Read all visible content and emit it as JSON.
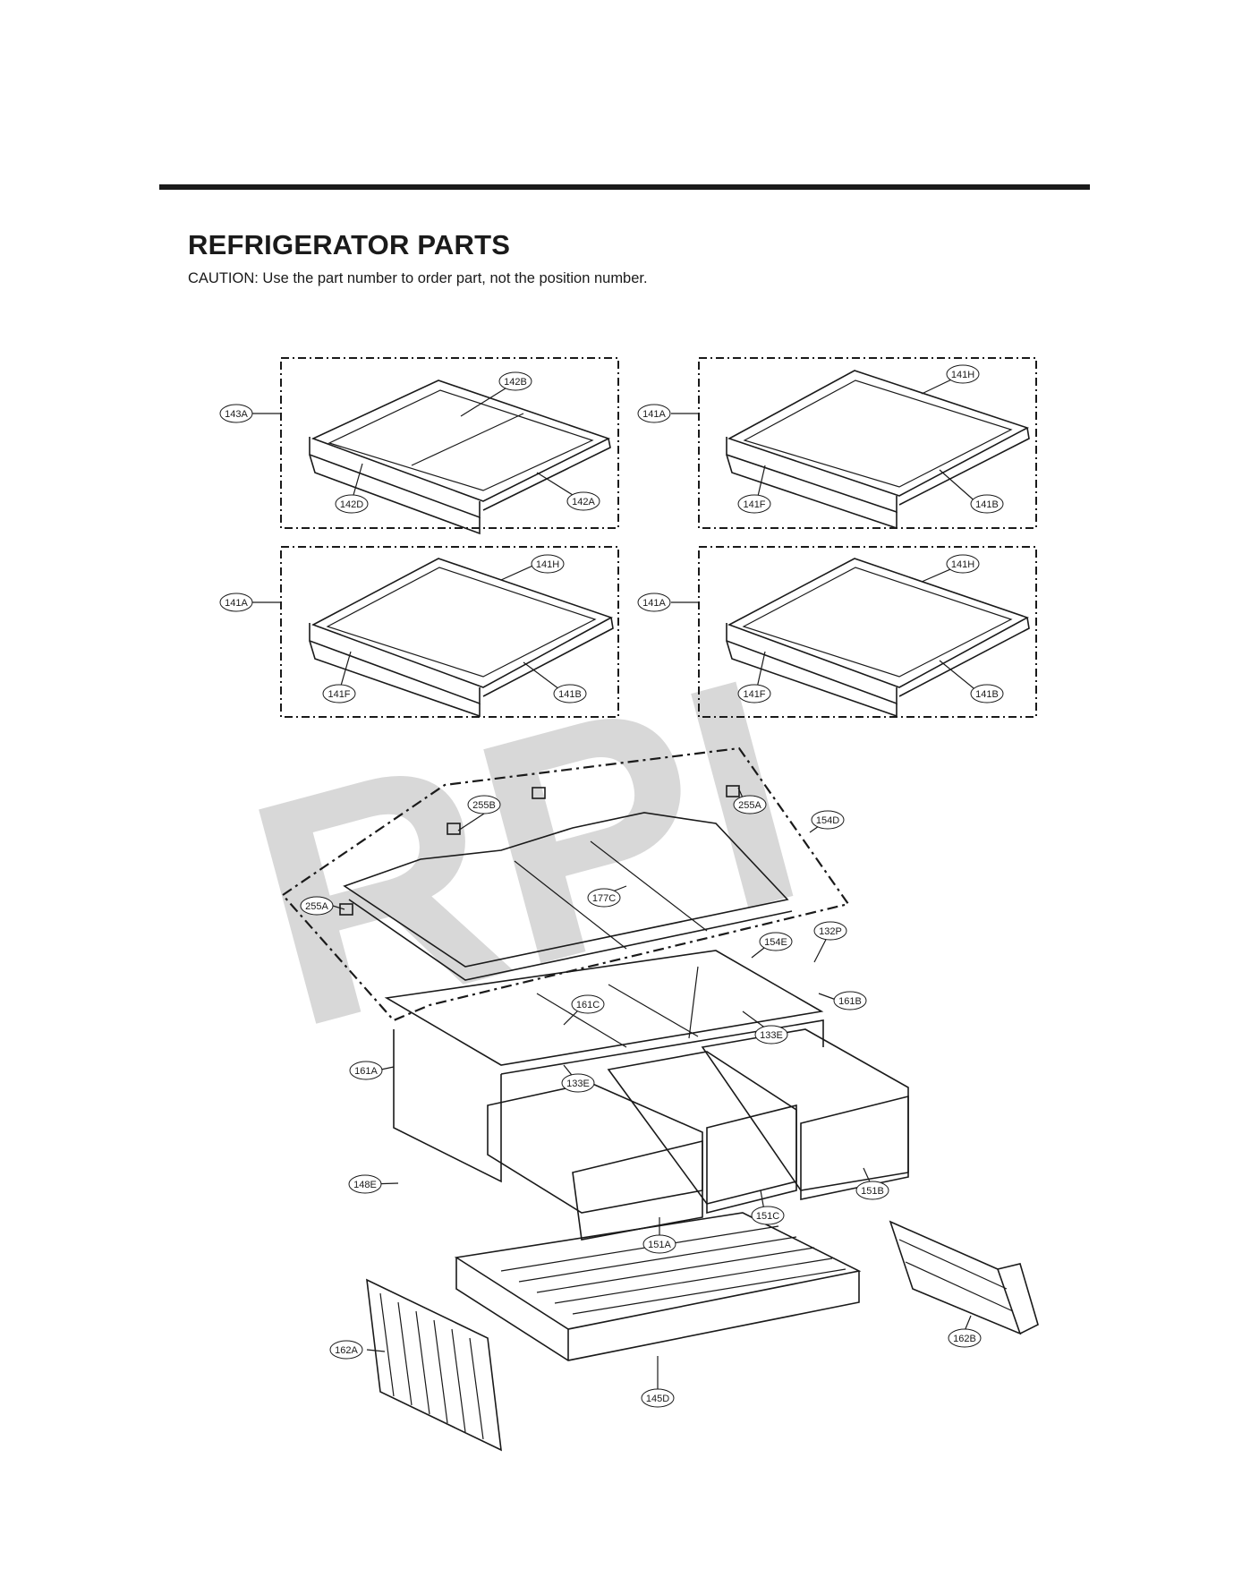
{
  "header": {
    "title": "REFRIGERATOR PARTS",
    "caution": "CAUTION: Use the part number to order part, not the position number."
  },
  "watermark": {
    "text": "RPI"
  },
  "callouts": {
    "c143A": "143A",
    "c142B": "142B",
    "c142D": "142D",
    "c142A": "142A",
    "c141A_1": "141A",
    "c141H_1": "141H",
    "c141F_1": "141F",
    "c141B_1": "141B",
    "c141A_2": "141A",
    "c141H_2": "141H",
    "c141F_2": "141F",
    "c141B_2": "141B",
    "c141A_3": "141A",
    "c141H_3": "141H",
    "c141F_3": "141F",
    "c141B_3": "141B",
    "c255B": "255B",
    "c255A_1": "255A",
    "c154D": "154D",
    "c255A_2": "255A",
    "c177C": "177C",
    "c154E": "154E",
    "c132P": "132P",
    "c161B": "161B",
    "c161C": "161C",
    "c133E_1": "133E",
    "c161A": "161A",
    "c133E_2": "133E",
    "c148E": "148E",
    "c151B": "151B",
    "c151C": "151C",
    "c151A": "151A",
    "c162B": "162B",
    "c162A": "162A",
    "c145D": "145D"
  },
  "colors": {
    "ink": "#1a1a1a",
    "watermark": "#d8d8d8",
    "background": "#ffffff"
  }
}
